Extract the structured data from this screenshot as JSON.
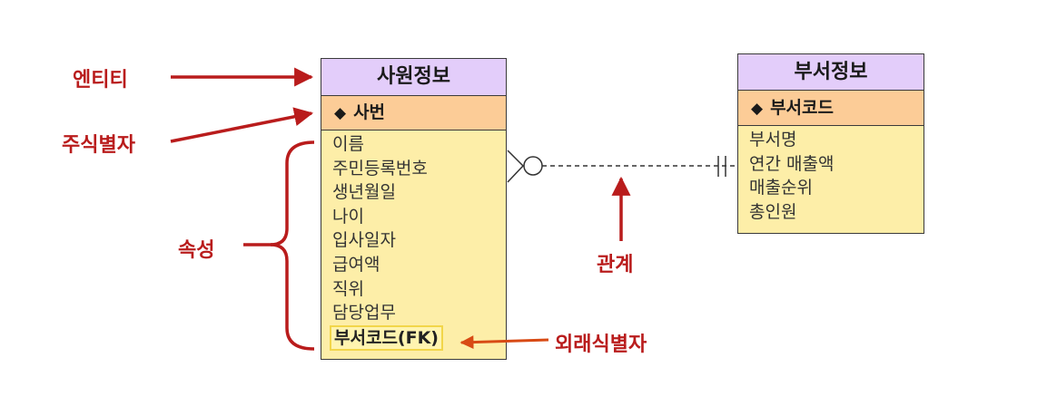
{
  "colors": {
    "label_red": "#b91c1c",
    "entity_title_bg": "#e3cdfa",
    "entity_pk_bg": "#fccc97",
    "entity_body_bg": "#fdeea8",
    "fk_highlight_border": "#f2d64a",
    "relation_line": "#333333"
  },
  "labels": {
    "entity": "엔티티",
    "primary_key": "주식별자",
    "attributes": "속성",
    "relationship": "관계",
    "foreign_key": "외래식별자"
  },
  "employee": {
    "title": "사원정보",
    "pk_symbol": "◆",
    "pk": "사번",
    "attributes": [
      "이름",
      "주민등록번호",
      "생년월일",
      "나이",
      "입사일자",
      "급여액",
      "직위",
      "담당업무"
    ],
    "fk": "부서코드(FK)"
  },
  "department": {
    "title": "부서정보",
    "pk_symbol": "◆",
    "pk": "부서코드",
    "attributes": [
      "부서명",
      "연간 매출액",
      "매출순위",
      "총인원"
    ]
  },
  "relationship": {
    "employee_end": "zero-or-many",
    "department_end": "exactly-one",
    "line_style": "dashed"
  }
}
